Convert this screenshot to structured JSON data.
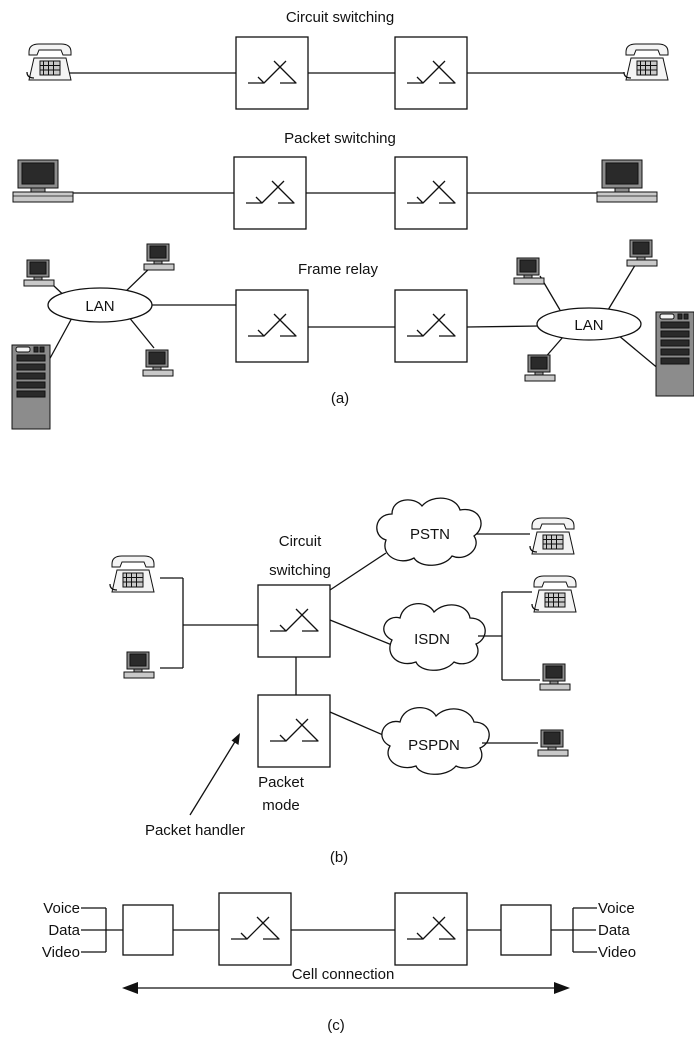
{
  "panel_a": {
    "circuit_title": "Circuit switching",
    "packet_title": "Packet switching",
    "frame_title": "Frame relay",
    "lan_left": "LAN",
    "lan_right": "LAN",
    "caption": "(a)"
  },
  "panel_b": {
    "circuit_label_1": "Circuit",
    "circuit_label_2": "switching",
    "pstn": "PSTN",
    "isdn": "ISDN",
    "pspdn": "PSPDN",
    "packet_mode_1": "Packet",
    "packet_mode_2": "mode",
    "packet_handler": "Packet handler",
    "caption": "(b)"
  },
  "panel_c": {
    "left_inputs": [
      "Voice",
      "Data",
      "Video"
    ],
    "right_outputs": [
      "Voice",
      "Data",
      "Video"
    ],
    "cell_connection": "Cell connection",
    "caption": "(c)"
  }
}
